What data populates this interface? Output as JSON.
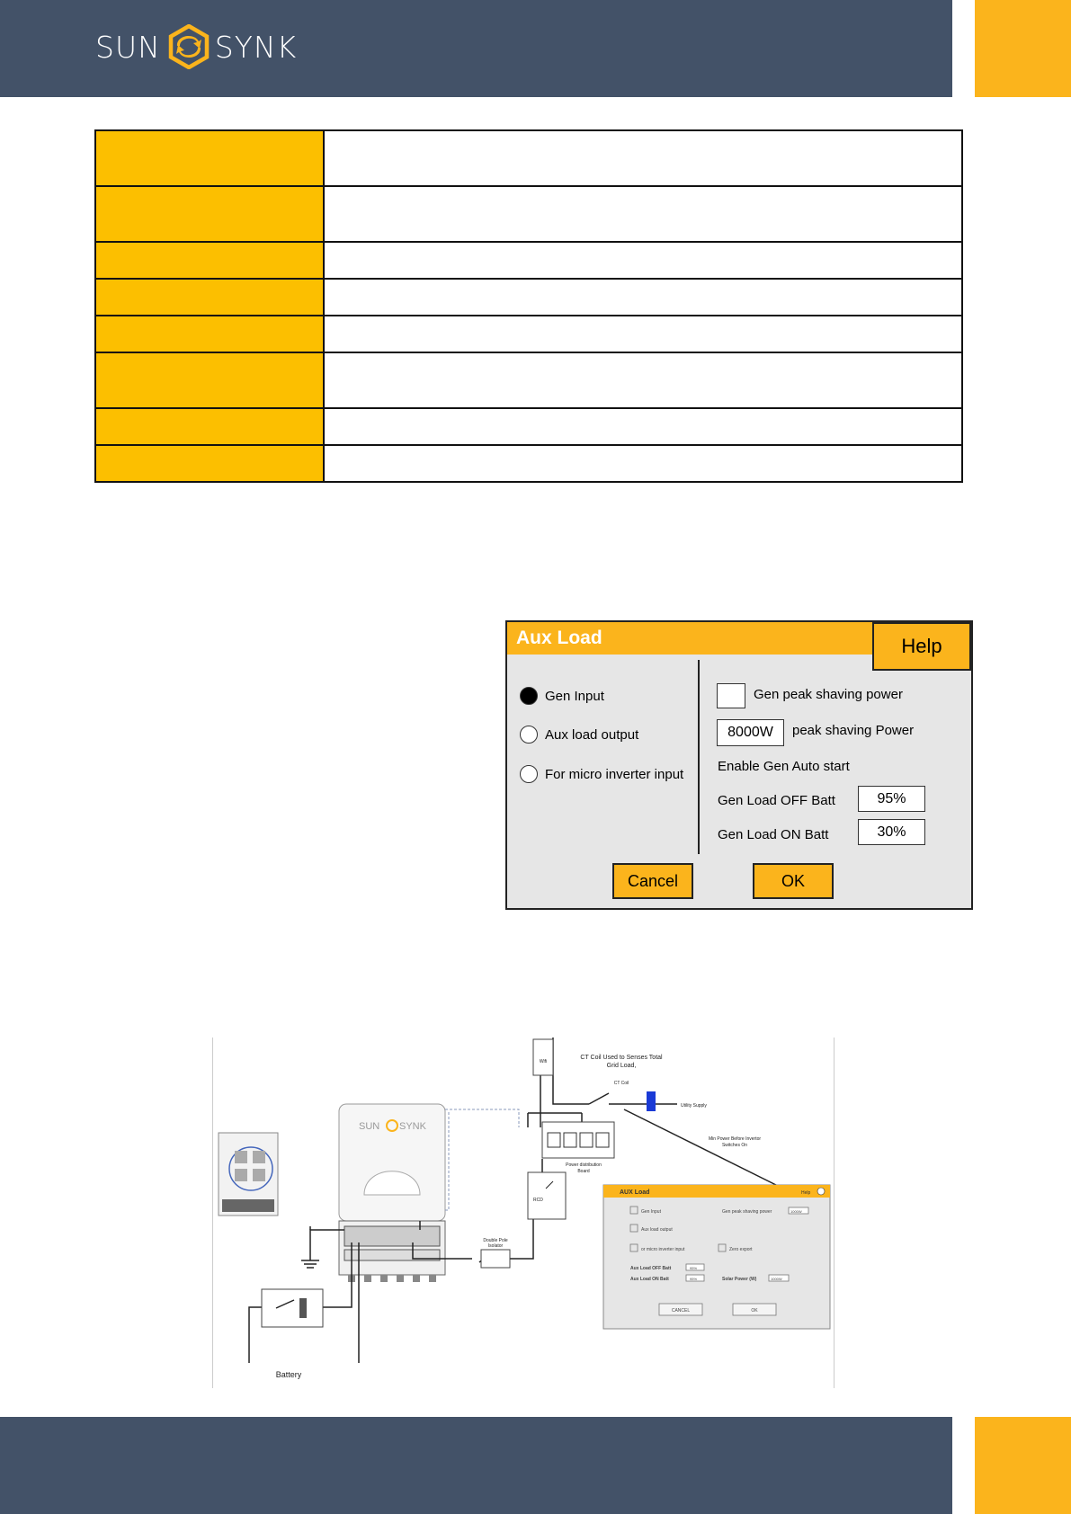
{
  "brand": {
    "name_left": "SUN",
    "name_right": "SYNK",
    "accent": "#fbb41c",
    "header_color": "#435268"
  },
  "spec_table": {
    "rows": 8
  },
  "dialog": {
    "title": "Aux Load",
    "help": "Help",
    "options": [
      {
        "label": "Gen Input",
        "selected": true
      },
      {
        "label": "Aux load output",
        "selected": false
      },
      {
        "label": "For micro inverter input",
        "selected": false
      }
    ],
    "gen_peak_label": "Gen peak shaving power",
    "peak_value": "8000W",
    "peak_label": "peak shaving Power",
    "enable_auto": "Enable Gen Auto start",
    "off_label": "Gen Load OFF Batt",
    "off_value": "95%",
    "on_label": "Gen Load ON Batt",
    "on_value": "30%",
    "cancel": "Cancel",
    "ok": "OK"
  },
  "diagram": {
    "wifi": "Wifi",
    "ct_caption_1": "CT Coil Used to Senses Total",
    "ct_caption_2": "Grid Load,",
    "ct_coil": "CT Coil",
    "utility": "Utility Supply",
    "min_power_1": "Min Power Before Invertor",
    "min_power_2": "Switches On",
    "pdb_1": "Power distribution",
    "pdb_2": "Board",
    "rcd": "RCD",
    "isolator_1": "Double Pole",
    "isolator_2": "Isolator",
    "battery": "Battery",
    "logo_left": "SUN",
    "logo_right": "SYNK",
    "mini": {
      "title": "AUX Load",
      "help": "Help",
      "gen_input": "Gen Input",
      "aux_out": "Aux load output",
      "micro": "or micro inverter input",
      "zero": "Zero export",
      "peak": "Gen peak shaving power",
      "peak_val": "1000W",
      "off": "Aux Load OFF Batt",
      "off_val": "95%",
      "on": "Aux Load ON Batt",
      "on_val": "95%",
      "solar": "Solar Power (W)",
      "solar_val": "1000W",
      "cancel": "CANCEL",
      "ok": "OK"
    }
  }
}
